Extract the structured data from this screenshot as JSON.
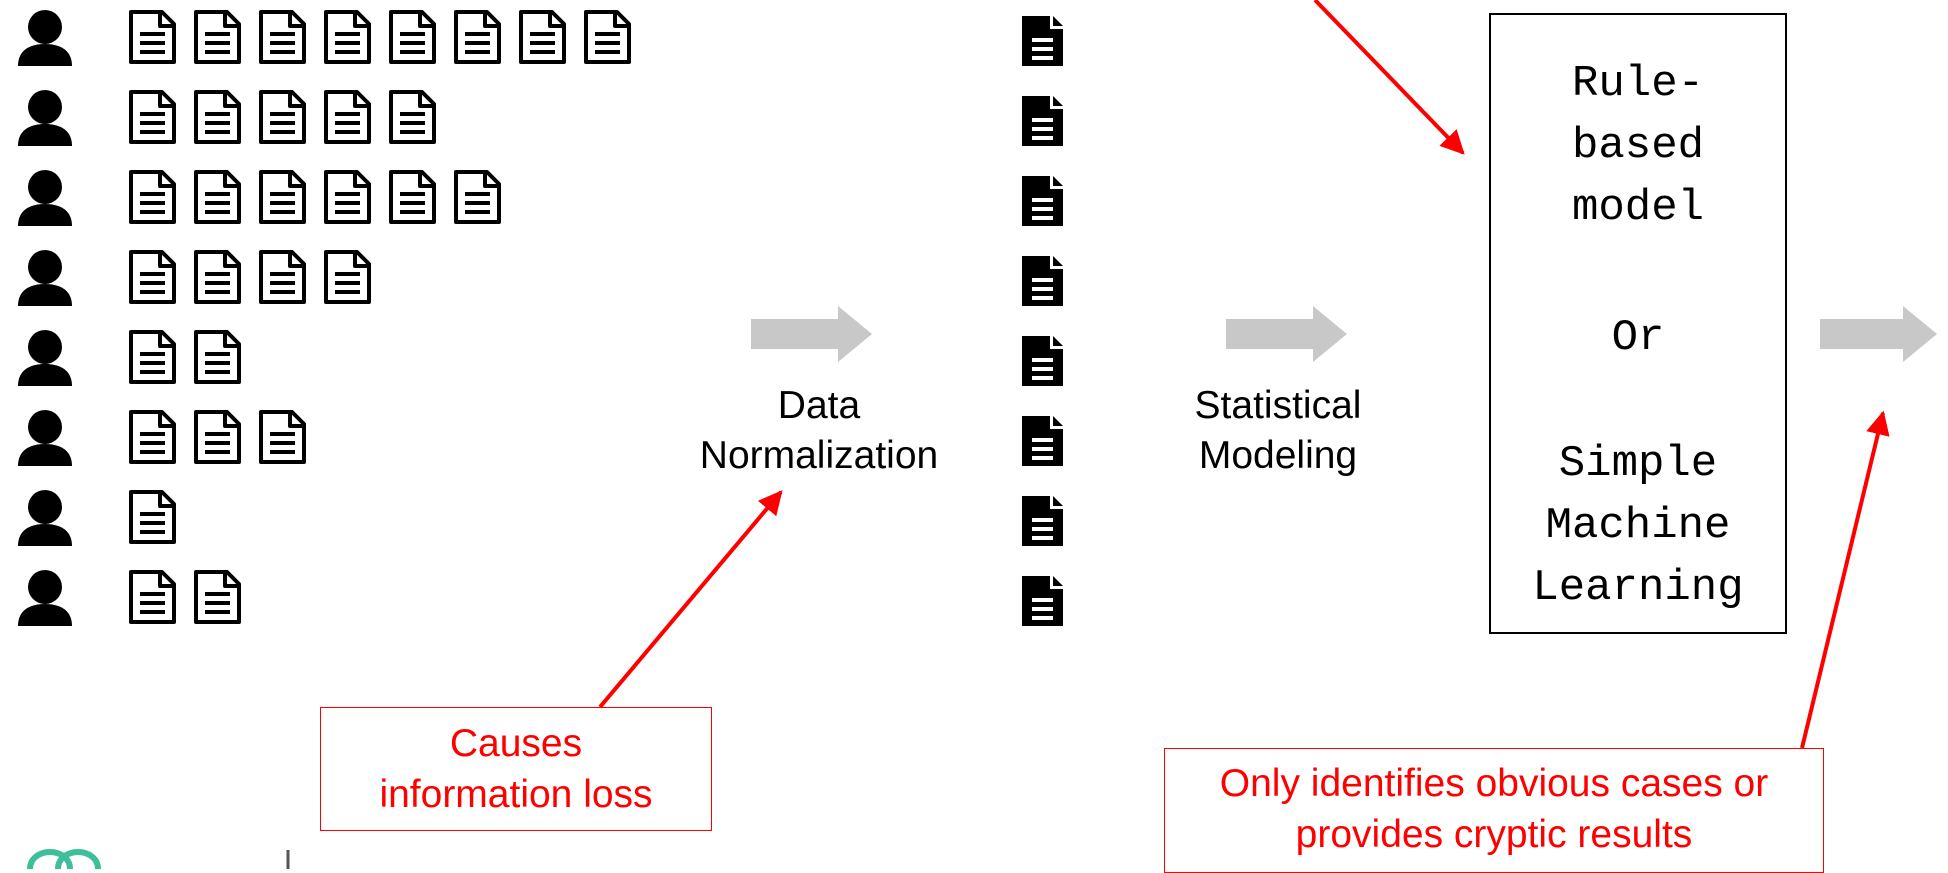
{
  "diagram": {
    "doc_counts_per_user": [
      8,
      5,
      6,
      4,
      2,
      3,
      1,
      2
    ],
    "normalized_doc_count": 8,
    "steps": {
      "normalization": [
        "Data",
        "Normalization"
      ],
      "modeling": [
        "Statistical",
        "Modeling"
      ]
    },
    "model_box": {
      "line1": "Rule-",
      "line2": "based",
      "line3": "model",
      "line4": "Or",
      "line5": "Simple",
      "line6": "Machine",
      "line7": "Learning"
    },
    "callouts": {
      "info_loss": [
        "Causes",
        "information loss"
      ],
      "cryptic": [
        "Only identifies obvious cases or",
        "provides cryptic results"
      ]
    },
    "colors": {
      "annotation_red": "#ff0000",
      "flow_arrow_gray": "#c8c8c8",
      "icon_black": "#000000"
    },
    "icons": {
      "user": "user-icon",
      "document_outline": "document-outline-icon",
      "document_filled": "document-filled-icon"
    }
  }
}
